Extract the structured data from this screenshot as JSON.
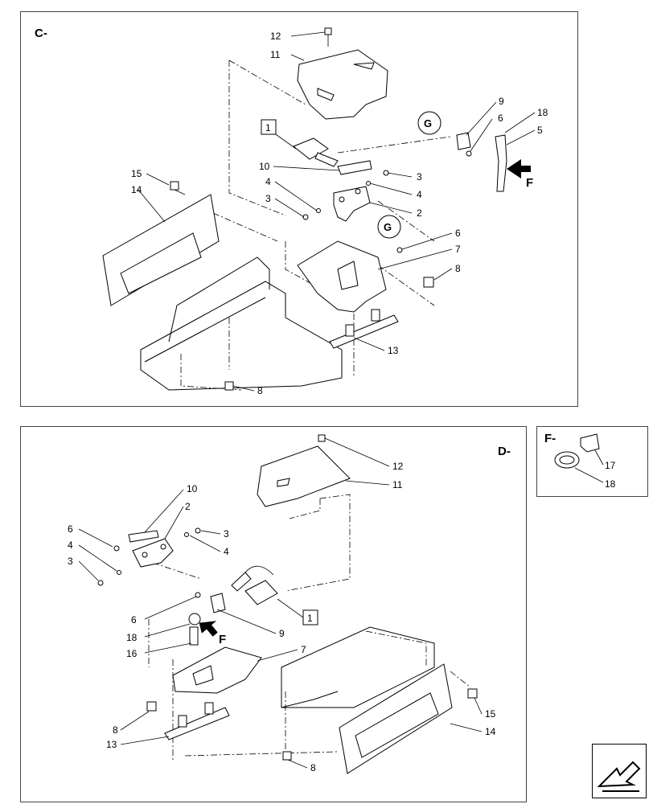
{
  "panels": {
    "c": {
      "label": "C-"
    },
    "d": {
      "label": "D-"
    },
    "f": {
      "label": "F-"
    }
  },
  "callouts": {
    "c": {
      "p1": "1",
      "p2": "2",
      "p3a": "3",
      "p3b": "3",
      "p4a": "4",
      "p4b": "4",
      "p5": "5",
      "p6a": "6",
      "p6b": "6",
      "p7": "7",
      "p8a": "8",
      "p8b": "8",
      "p9": "9",
      "p10": "10",
      "p11": "11",
      "p12": "12",
      "p13": "13",
      "p14": "14",
      "p15": "15",
      "p18": "18",
      "g1": "G",
      "g2": "G",
      "f": "F"
    },
    "d": {
      "p1": "1",
      "p2": "2",
      "p3a": "3",
      "p3b": "3",
      "p4a": "4",
      "p4b": "4",
      "p6a": "6",
      "p6b": "6",
      "p7": "7",
      "p8a": "8",
      "p8b": "8",
      "p9": "9",
      "p10": "10",
      "p11": "11",
      "p12": "12",
      "p13": "13",
      "p14": "14",
      "p15": "15",
      "p16": "16",
      "p18": "18",
      "f": "F"
    },
    "f": {
      "p17": "17",
      "p18": "18"
    }
  },
  "icons": {
    "nav": "next-page-arrow-icon"
  }
}
